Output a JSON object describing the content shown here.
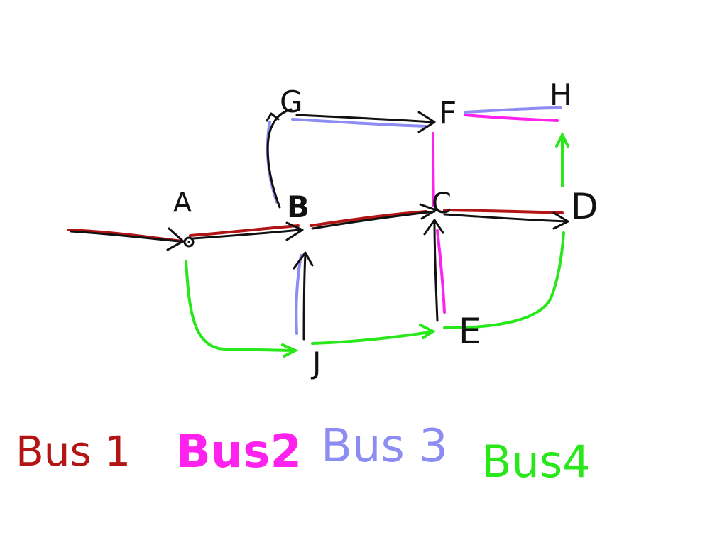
{
  "nodes": {
    "A": "A",
    "B": "B",
    "C": "C",
    "D": "D",
    "E": "E",
    "F": "F",
    "G": "G",
    "H": "H",
    "J": "J"
  },
  "legend": [
    {
      "label": "Bus 1",
      "color": "#b31515"
    },
    {
      "label": "Bus2",
      "color": "#ff22ee"
    },
    {
      "label": "Bus 3",
      "color": "#8c8cf2"
    },
    {
      "label": "Bus4",
      "color": "#28e81a"
    }
  ],
  "colors": {
    "bus1": "#b31515",
    "bus2": "#ff22ee",
    "bus3": "#8c8cf2",
    "bus4": "#28e81a",
    "road": "#111111"
  }
}
